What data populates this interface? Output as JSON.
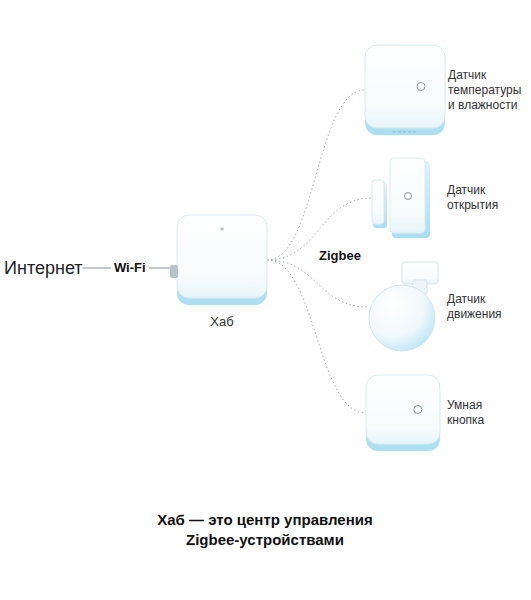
{
  "diagram": {
    "caption": "Хаб — это центр управления Zigbee-устройствами",
    "nodes": [
      {
        "text": [
          "Интернет"
        ]
      },
      {
        "text": [
          "Хаб"
        ]
      },
      {
        "text": [
          "Датчик температуры и влажности"
        ]
      },
      {
        "text": [
          "Датчик открытия"
        ]
      },
      {
        "text": [
          "Датчик движения"
        ]
      },
      {
        "text": [
          "Умная кнопка"
        ]
      }
    ],
    "edges": [
      {
        "from": 0,
        "to": 1,
        "arrow": "none",
        "label": "Wi-Fi"
      },
      {
        "from": 1,
        "to": 2,
        "arrow": "none"
      },
      {
        "from": 1,
        "to": 3,
        "arrow": "none"
      },
      {
        "from": 1,
        "to": 4,
        "arrow": "none"
      },
      {
        "from": 1,
        "to": 5,
        "arrow": "none"
      }
    ],
    "labels": [
      "Zigbee"
    ]
  }
}
